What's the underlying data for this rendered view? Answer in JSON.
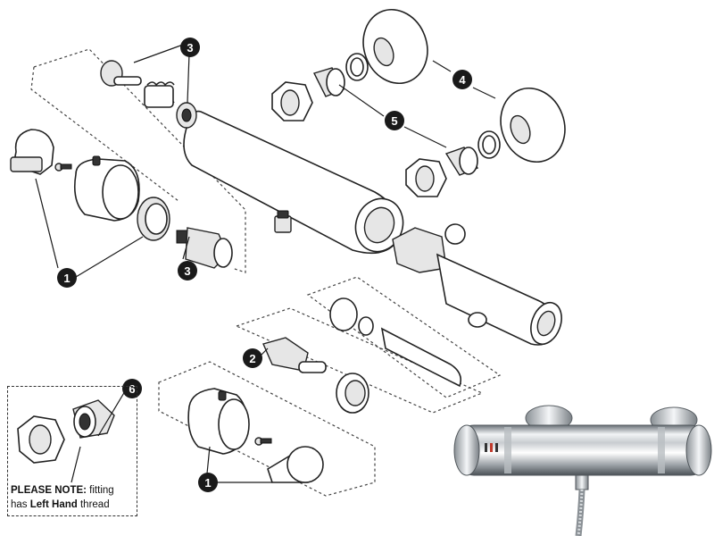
{
  "callouts": [
    "1",
    "2",
    "3",
    "4",
    "5",
    "6"
  ],
  "note": {
    "prefix": "PLEASE NOTE:",
    "line1_rest": " fitting",
    "line2_a": "has ",
    "line2_bold": "Left Hand",
    "line2_b": " thread"
  },
  "colors": {
    "callout_fill": "#1a1a1a",
    "line": "#222222",
    "chrome_light": "#f2f4f6",
    "chrome_dark": "#6b7278"
  },
  "icons": [
    "exploded-parts-diagram",
    "product-photo-chrome-bar-valve"
  ]
}
